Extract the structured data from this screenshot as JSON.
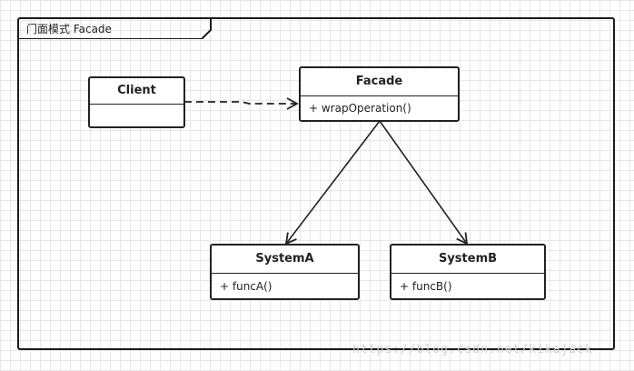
{
  "diagram": {
    "frame_title": "门面模式 Facade",
    "classes": {
      "client": {
        "name": "Client",
        "member": ""
      },
      "facade": {
        "name": "Facade",
        "member": "+ wrapOperation()"
      },
      "system_a": {
        "name": "SystemA",
        "member": "+ funcA()"
      },
      "system_b": {
        "name": "SystemB",
        "member": "+ funcB()"
      }
    }
  },
  "watermark": "https://blog.csdn.net/kikajack"
}
